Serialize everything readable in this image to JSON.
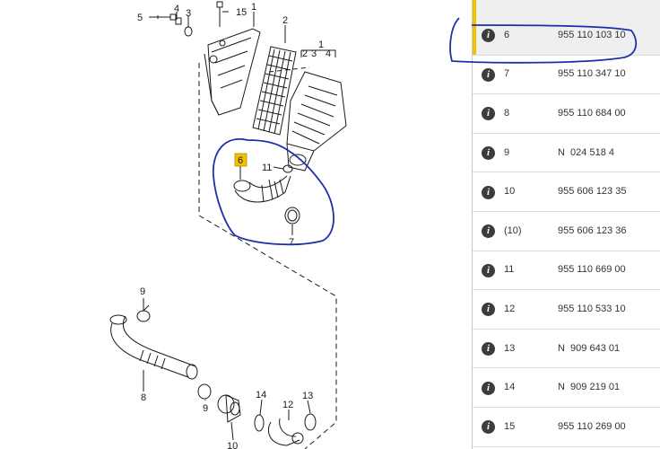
{
  "callouts": {
    "c1a": "1",
    "c1b": "1",
    "c2": "2",
    "c3": "3",
    "c4": "4",
    "c5": "5",
    "c6": "6",
    "c7": "7",
    "c8": "8",
    "c9a": "9",
    "c9b": "9",
    "c10": "10",
    "c11": "11",
    "c12": "12",
    "c13": "13",
    "c14": "14",
    "c15": "15",
    "sub2": "2",
    "sub3": "3",
    "sub4": "4"
  },
  "parts_list": {
    "items": [
      {
        "pos": "6",
        "number": "955 110 103 10"
      },
      {
        "pos": "7",
        "number": "955 110 347 10"
      },
      {
        "pos": "8",
        "number": "955 110 684 00"
      },
      {
        "pos": "9",
        "number": "N  024 518 4"
      },
      {
        "pos": "10",
        "number": "955 606 123 35"
      },
      {
        "pos": "(10)",
        "number": "955 606 123 36"
      },
      {
        "pos": "11",
        "number": "955 110 669 00"
      },
      {
        "pos": "12",
        "number": "955 110 533 10"
      },
      {
        "pos": "13",
        "number": "N  909 643 01"
      },
      {
        "pos": "14",
        "number": "N  909 219 01"
      },
      {
        "pos": "15",
        "number": "955 110 269 00"
      }
    ],
    "info_glyph": "i",
    "selected_accent": "#f2c200",
    "annotation_color": "#1f2fa8"
  }
}
